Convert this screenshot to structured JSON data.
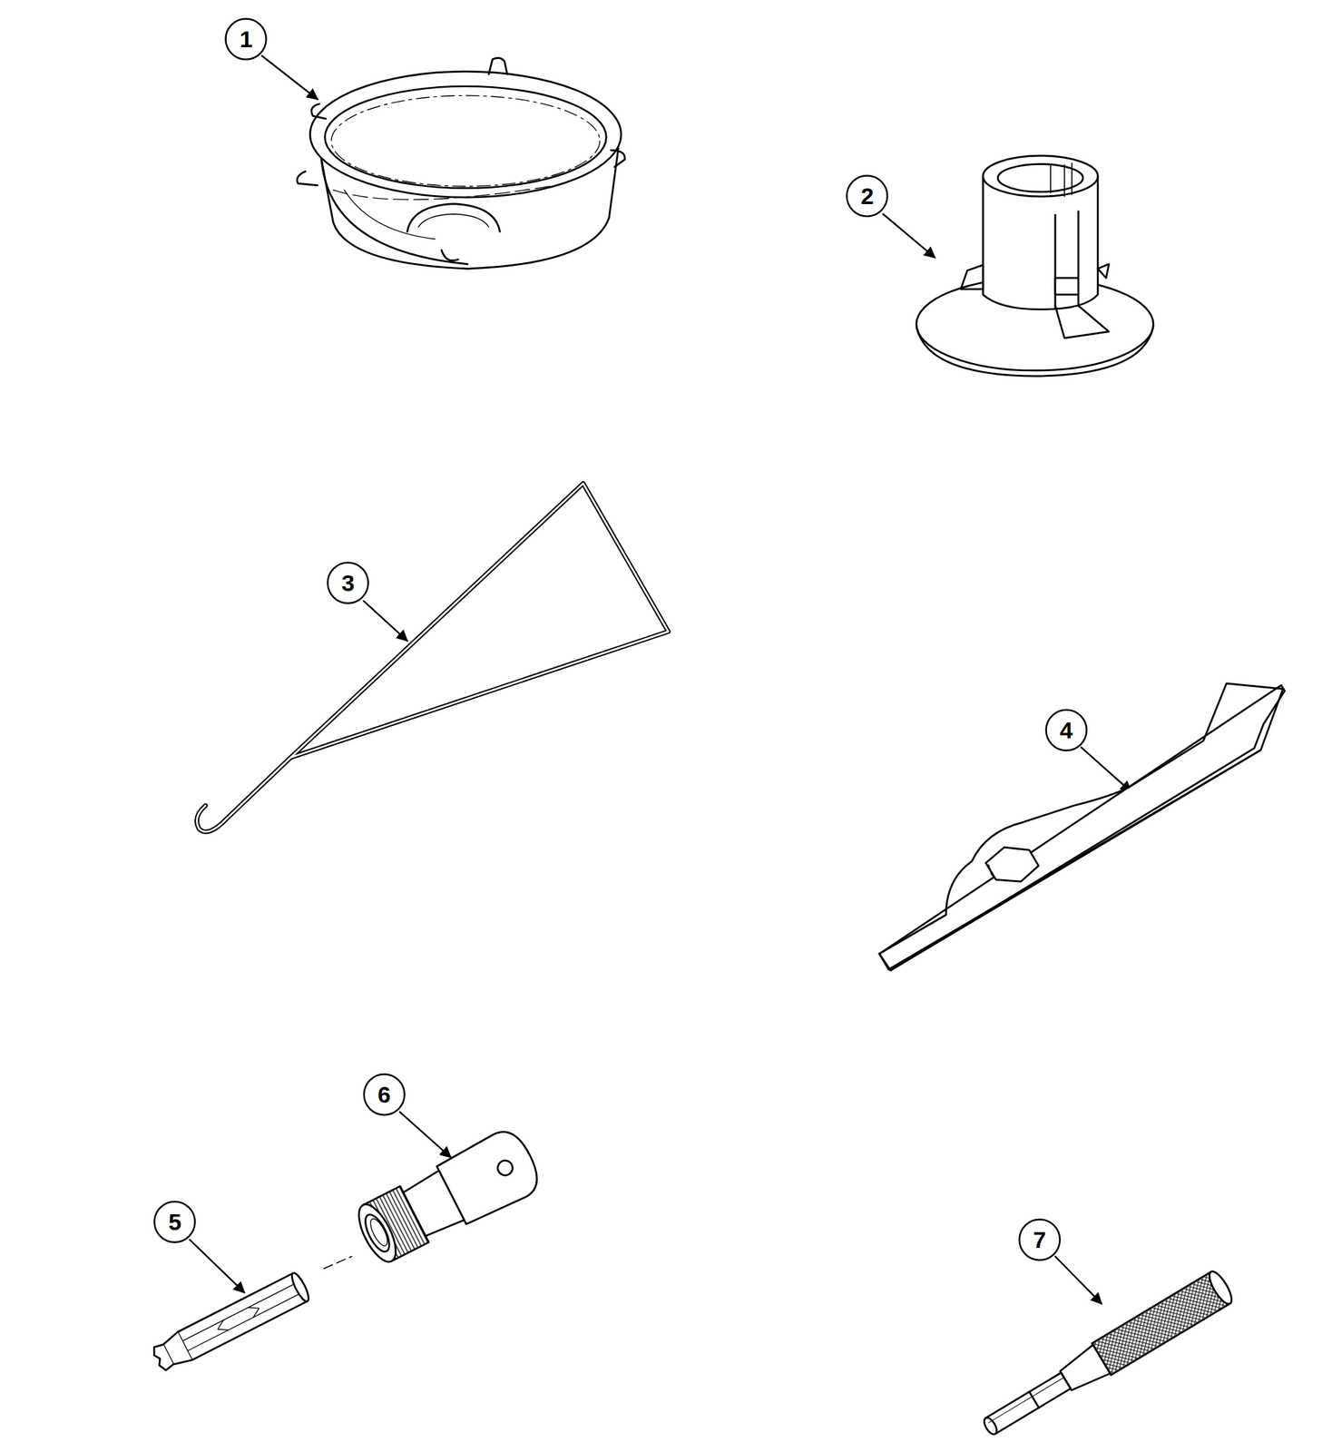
{
  "diagram": {
    "nodes": [
      {
        "text": [
          "1"
        ]
      },
      {
        "text": [
          "2"
        ]
      },
      {
        "text": [
          "3"
        ]
      },
      {
        "text": [
          "4"
        ]
      },
      {
        "text": [
          "6"
        ]
      },
      {
        "text": [
          "5"
        ]
      },
      {
        "text": [
          "7"
        ]
      }
    ]
  }
}
